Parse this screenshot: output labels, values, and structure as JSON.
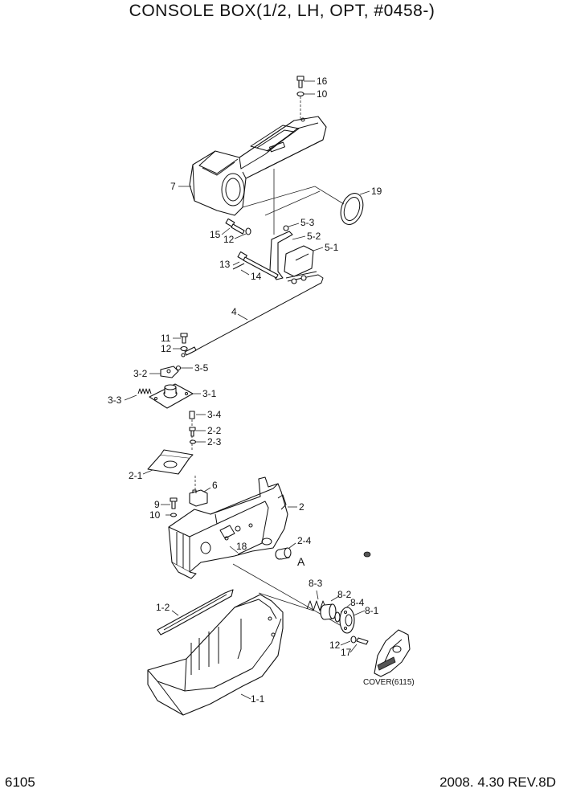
{
  "title": "CONSOLE BOX(1/2, LH, OPT, #0458-)",
  "footer": {
    "page": "6105",
    "date_rev": "2008. 4.30  REV.8D"
  },
  "labels": {
    "p16": "16",
    "p10": "10",
    "p7": "7",
    "p19": "19",
    "p5_3": "5-3",
    "p15": "15",
    "p12a": "12",
    "p5_2": "5-2",
    "p5_1": "5-1",
    "p13": "13",
    "p14": "14",
    "p4": "4",
    "p11": "11",
    "p12b": "12",
    "p3_5": "3-5",
    "p3_2": "3-2",
    "p3_3": "3-3",
    "p3_1": "3-1",
    "p3_4": "3-4",
    "p2_2": "2-2",
    "p2_3": "2-3",
    "p2_1": "2-1",
    "p6": "6",
    "p9": "9",
    "p10b": "10",
    "p2": "2",
    "p2_4": "2-4",
    "p18": "18",
    "pA": "A",
    "p8_3": "8-3",
    "p1_2": "1-2",
    "p8_2": "8-2",
    "p8_4": "8-4",
    "p8_1": "8-1",
    "p12c": "12",
    "p17": "17",
    "cover": "COVER(6115)",
    "p1_1": "1-1"
  }
}
